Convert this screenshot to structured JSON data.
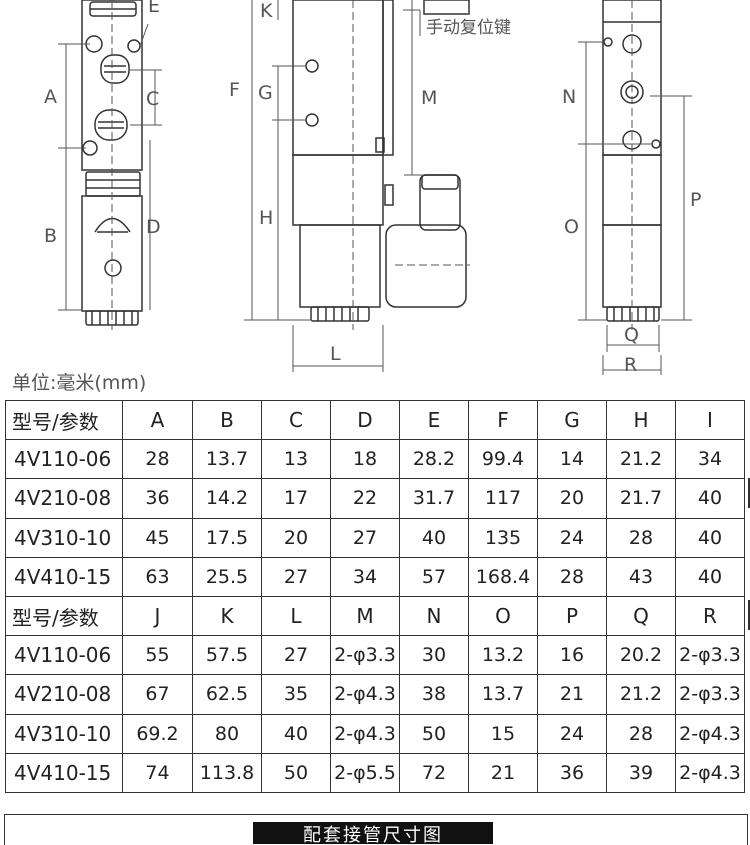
{
  "drawing": {
    "labels": {
      "A": "A",
      "B": "B",
      "C": "C",
      "D": "D",
      "E": "E",
      "F": "F",
      "G": "G",
      "H": "H",
      "K": "K",
      "L": "L",
      "M": "M",
      "N": "N",
      "O": "O",
      "P": "P",
      "Q": "Q",
      "R": "R"
    },
    "manual_reset_note": "手动复位键"
  },
  "unit_label": "单位:毫米(mm)",
  "table1": {
    "header": [
      "型号/参数",
      "A",
      "B",
      "C",
      "D",
      "E",
      "F",
      "G",
      "H",
      "I"
    ],
    "rows": [
      [
        "4V110-06",
        "28",
        "13.7",
        "13",
        "18",
        "28.2",
        "99.4",
        "14",
        "21.2",
        "34"
      ],
      [
        "4V210-08",
        "36",
        "14.2",
        "17",
        "22",
        "31.7",
        "117",
        "20",
        "21.7",
        "40"
      ],
      [
        "4V310-10",
        "45",
        "17.5",
        "20",
        "27",
        "40",
        "135",
        "24",
        "28",
        "40"
      ],
      [
        "4V410-15",
        "63",
        "25.5",
        "27",
        "34",
        "57",
        "168.4",
        "28",
        "43",
        "40"
      ]
    ]
  },
  "table2": {
    "header": [
      "型号/参数",
      "J",
      "K",
      "L",
      "M",
      "N",
      "O",
      "P",
      "Q",
      "R"
    ],
    "rows": [
      [
        "4V110-06",
        "55",
        "57.5",
        "27",
        "2-φ3.3",
        "30",
        "13.2",
        "16",
        "20.2",
        "2-φ3.3"
      ],
      [
        "4V210-08",
        "67",
        "62.5",
        "35",
        "2-φ4.3",
        "38",
        "13.7",
        "21",
        "21.2",
        "2-φ3.3"
      ],
      [
        "4V310-10",
        "69.2",
        "80",
        "40",
        "2-φ4.3",
        "50",
        "15",
        "24",
        "28",
        "2-φ4.3"
      ],
      [
        "4V410-15",
        "74",
        "113.8",
        "50",
        "2-φ5.5",
        "72",
        "21",
        "36",
        "39",
        "2-φ4.3"
      ]
    ]
  },
  "footer_title": "配套接管尺寸图"
}
